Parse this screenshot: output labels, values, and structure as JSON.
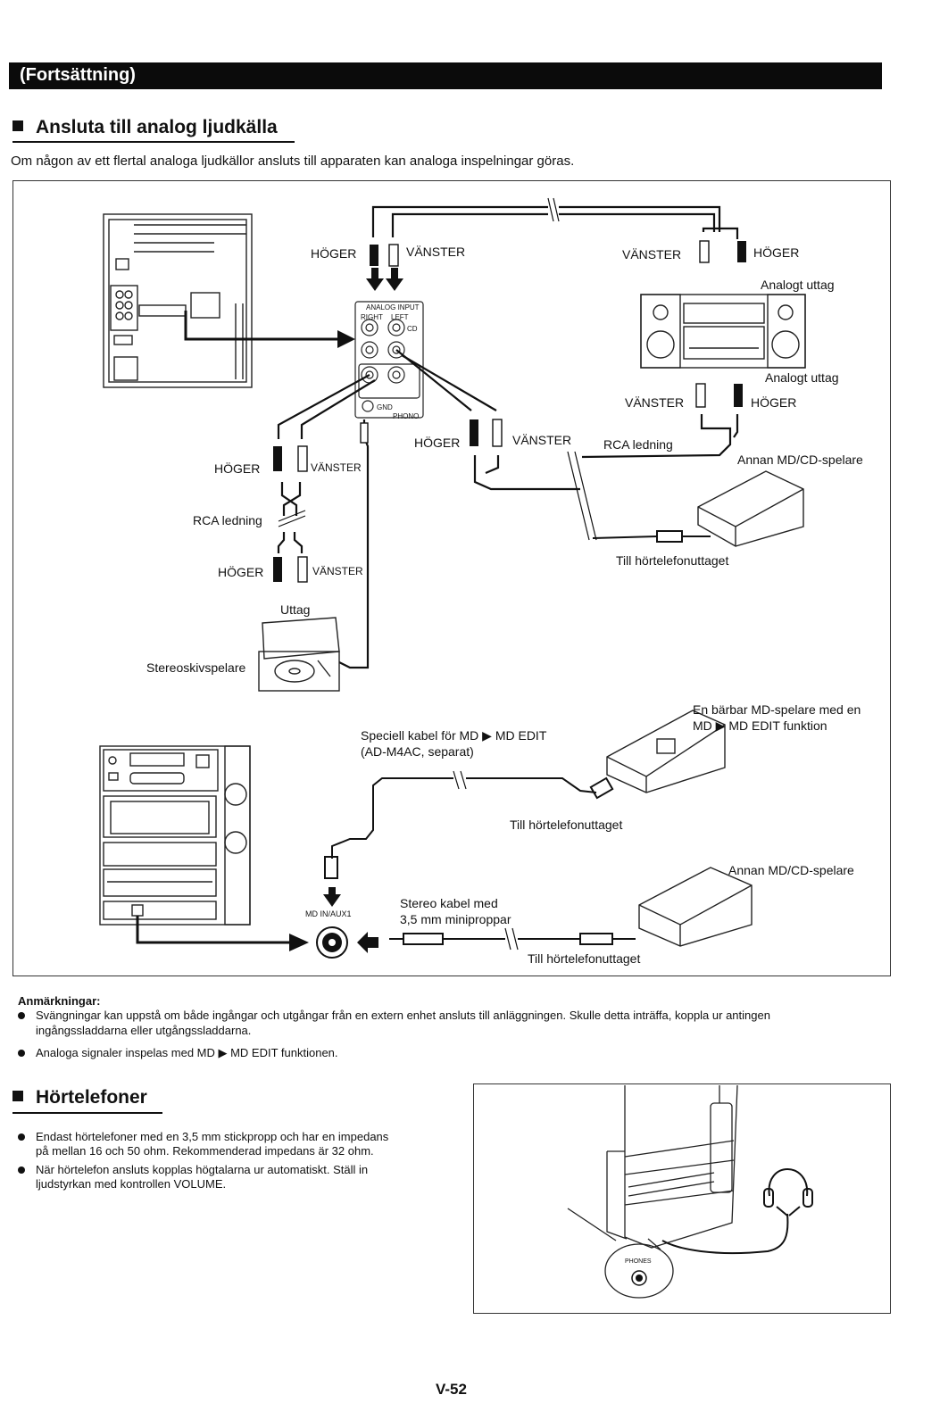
{
  "banner": {
    "title": "(Fortsättning)"
  },
  "section1": {
    "title": "Ansluta till analog ljudkälla",
    "intro": "Om någon av ett flertal analoga ljudkällor ansluts till apparaten kan analoga inspelningar göras."
  },
  "diagram1": {
    "hoger_top_left": "HÖGER",
    "vanster_top_left": "VÄNSTER",
    "vanster_top_right": "VÄNSTER",
    "hoger_top_right": "HÖGER",
    "analog_out_1": "Analogt uttag",
    "analog_out_2": "Analogt uttag",
    "vanster_mid_right": "VÄNSTER",
    "hoger_mid_right": "HÖGER",
    "hoger_center": "HÖGER",
    "vanster_center": "VÄNSTER",
    "rca_right": "RCA ledning",
    "other_md_1": "Annan MD/CD-spelare",
    "hoger_left1": "HÖGER",
    "vanster_left1": "VÄNSTER",
    "rca_left": "RCA ledning",
    "hoger_left2": "HÖGER",
    "vanster_left2": "VÄNSTER",
    "uttag": "Uttag",
    "turntable": "Stereoskivspelare",
    "headphone_jack_1": "Till hörtelefonuttaget",
    "panel_analog_input": "ANALOG INPUT",
    "panel_right": "RIGHT",
    "panel_left": "LEFT",
    "panel_cd": "CD",
    "panel_gnd": "GND",
    "panel_phono": "PHONO"
  },
  "diagram2": {
    "portable_md": "En bärbar MD-spelare med en",
    "portable_md_2": "MD ▶ MD EDIT funktion",
    "special_cable_1": "Speciell kabel för MD ▶ MD EDIT",
    "special_cable_2": "(AD-M4AC, separat)",
    "headphone_jack_2": "Till hörtelefonuttaget",
    "other_md_2": "Annan MD/CD-spelare",
    "stereo_cable_1": "Stereo kabel med",
    "stereo_cable_2": "3,5 mm miniproppar",
    "md_in": "MD IN/AUX1",
    "headphone_jack_3": "Till hörtelefonuttaget"
  },
  "notes": {
    "title": "Anmärkningar:",
    "items": [
      "Svängningar kan uppstå om både ingångar och utgångar från en extern enhet ansluts till anläggningen. Skulle detta inträffa, koppla ur antingen",
      "ingångssladdarna eller utgångssladdarna.",
      "Analoga signaler inspelas med MD ▶ MD EDIT funktionen."
    ]
  },
  "section2": {
    "title": "Hörtelefoner",
    "bullets": [
      [
        "Endast hörtelefoner med en 3,5 mm stickpropp och har en impedans",
        "på mellan 16 och 50 ohm. Rekommenderad impedans är 32 ohm."
      ],
      [
        "När hörtelefon ansluts kopplas högtalarna ur automatiskt. Ställ in",
        "ljudstyrkan med kontrollen VOLUME."
      ]
    ],
    "phones_label": "PHONES"
  },
  "page_number": "V-52"
}
